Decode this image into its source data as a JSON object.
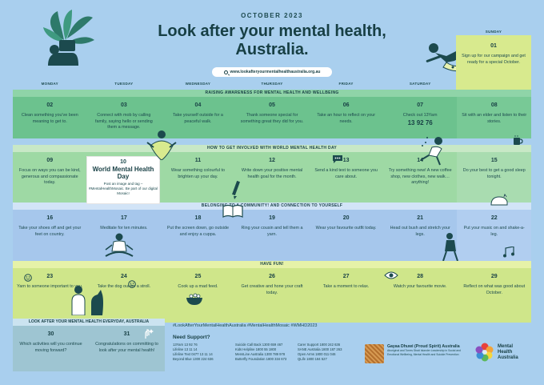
{
  "header": {
    "month": "OCTOBER 2023",
    "title": "Look after your mental health, Australia.",
    "url": "www.lookafteryourmentalhealthaustralia.org.au"
  },
  "days": [
    "MONDAY",
    "TUESDAY",
    "WEDNESDAY",
    "THURSDAY",
    "FRIDAY",
    "SATURDAY"
  ],
  "sunday": "SUNDAY",
  "oct1": {
    "num": "01",
    "text": "Sign up for our campaign and get ready for a special October."
  },
  "weeks": [
    {
      "band": "RAISING AWARENESS FOR MENTAL HEALTH AND WELLBEING",
      "cells": [
        {
          "num": "02",
          "text": "Clean something you've been meaning to get to."
        },
        {
          "num": "03",
          "text": "Connect with mob by calling family, saying hello or sending them a message."
        },
        {
          "num": "04",
          "text": "Take yourself outside for a peaceful walk."
        },
        {
          "num": "05",
          "text": "Thank someone special for something great they did for you."
        },
        {
          "num": "06",
          "text": "Take an hour to reflect on your needs."
        },
        {
          "num": "07",
          "text": "Check out 13Yarn",
          "extra": "13 92 76"
        },
        {
          "num": "08",
          "text": "Sit with an elder and listen to their stories."
        }
      ]
    },
    {
      "band": "HOW TO GET INVOLVED WITH WORLD MENTAL HEALTH DAY",
      "cells": [
        {
          "num": "09",
          "text": "Focus on ways you can be kind, generous and compassionate today."
        },
        {
          "num": "",
          "text": ""
        },
        {
          "num": "11",
          "text": "Wear something colourful to brighten up your day."
        },
        {
          "num": "12",
          "text": "Write down your positive mental health goal for the month."
        },
        {
          "num": "13",
          "text": "Send a kind text to someone you care about."
        },
        {
          "num": "14",
          "text": "Try something new! A new coffee shop, new clothes, new walk… anything!"
        },
        {
          "num": "15",
          "text": "Do your best to get a good sleep tonight."
        }
      ]
    },
    {
      "band": "BELONGING TO A COMMUNITY! AND CONNECTION TO YOURSELF",
      "cells": [
        {
          "num": "16",
          "text": "Take your shoes off and get your feet on country."
        },
        {
          "num": "17",
          "text": "Meditate for ten minutes."
        },
        {
          "num": "18",
          "text": "Put the screen down, go outside and enjoy a cuppa."
        },
        {
          "num": "19",
          "text": "Ring your cousin and tell them a yarn."
        },
        {
          "num": "20",
          "text": "Wear your favourite outfit today."
        },
        {
          "num": "21",
          "text": "Head out bush and stretch your legs."
        },
        {
          "num": "22",
          "text": "Put your music on and shake-a-leg."
        }
      ]
    },
    {
      "band": "HAVE FUN!",
      "cells": [
        {
          "num": "23",
          "text": "Yarn to someone important to you."
        },
        {
          "num": "24",
          "text": "Take the dog out for a stroll."
        },
        {
          "num": "25",
          "text": "Cook up a mad feed."
        },
        {
          "num": "26",
          "text": "Get creative and hone your craft today."
        },
        {
          "num": "27",
          "text": "Take a moment to relax."
        },
        {
          "num": "28",
          "text": "Watch your favourite movie."
        },
        {
          "num": "29",
          "text": "Reflect on what was good about October."
        }
      ]
    }
  ],
  "wmhd": {
    "num": "10",
    "title": "World Mental Health Day",
    "text": "Post an image and tag – #MentalHealthMosaic. Be part of our digital Mosaic!"
  },
  "last": {
    "band": "LOOK AFTER YOUR MENTAL HEALTH EVERYDAY, AUSTRALIA",
    "cells": [
      {
        "num": "30",
        "text": "Which activities will you continue moving forward?"
      },
      {
        "num": "31",
        "text": "Congratulations on committing to look after your mental health!"
      }
    ]
  },
  "hashtags": "#LookAfterYourMentalHealthAustralia  #MentalHealthMosaic  #WMHD2023",
  "support": {
    "title": "Need Support?",
    "lines": [
      "13Yarn 13 92 76",
      "Suicide Call Back 1300 659 467",
      "Carer Support 1800 242 636",
      "Lifeline 13 11 14",
      "Kids Helpline 1800 55 1800",
      "SANE Australia 1800 187 263",
      "Lifeline Text 0477 13 11 14",
      "MensLine Australia 1300 789 978",
      "Open Arms 1800 011 046",
      "Beyond Blue 1300 224 636",
      "Butterfly Foundation 1800 334 673",
      "QLife 1800 184 527"
    ]
  },
  "gayaa": {
    "title": "Gayaa Dhuwi (Proud Spirit) Australia",
    "sub": "Aboriginal and Torres Strait Islander Leadership in Social and Emotional Wellbeing, Mental Health and Suicide Prevention"
  },
  "mha": {
    "line1": "Mental",
    "line2": "Health",
    "line3": "Australia"
  },
  "colors": {
    "ink": "#173f44",
    "green": "#6cc28e",
    "lime": "#cfe68a",
    "blue": "#a6c7ec",
    "teal": "#5e9a9a"
  }
}
